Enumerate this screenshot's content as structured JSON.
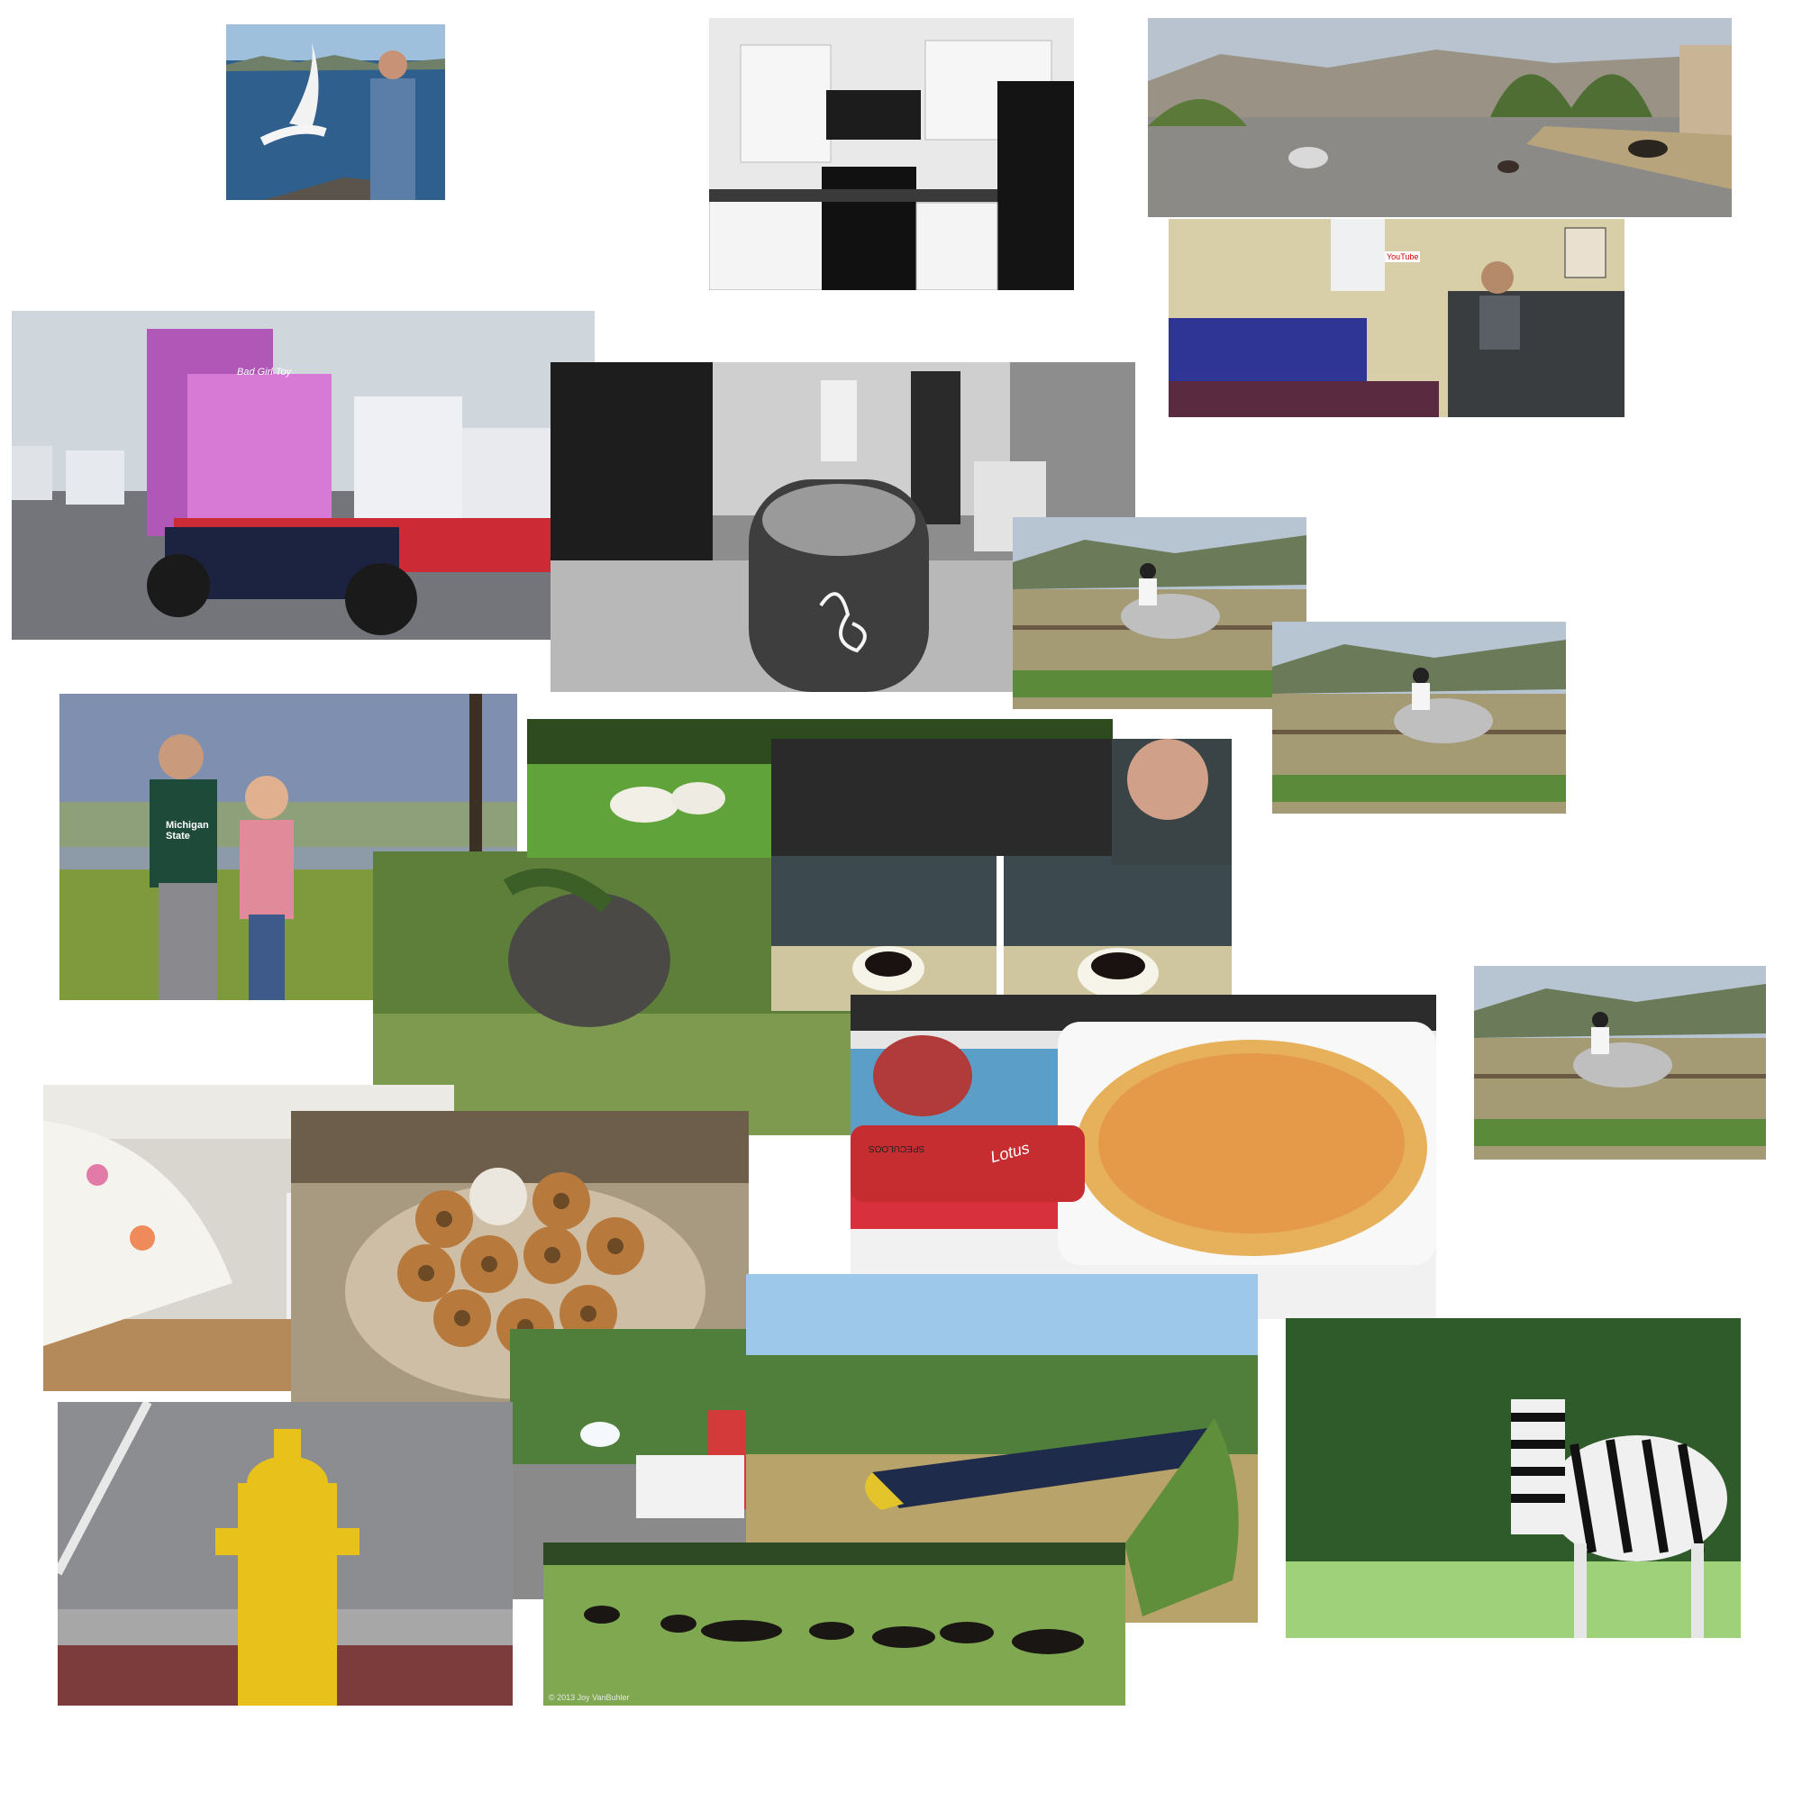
{
  "collage": {
    "truck_plate_text": "Bad Girl Toy",
    "sweatshirt_text": "Michigan State",
    "biscuit_wrapper_text": "Lotus",
    "biscuit_side_text": "SPECULOOS",
    "youtube_sign_text": "YouTube",
    "cows_caption": "© 2013 Joy VanBuhler"
  },
  "colors": {
    "background": "#ffffff",
    "water": "#2f5f8c",
    "grass": "#6a9a3c",
    "hydrant_yellow": "#e8c21a",
    "pizza_crust": "#e6b15a",
    "tray_red": "#d8303c"
  }
}
